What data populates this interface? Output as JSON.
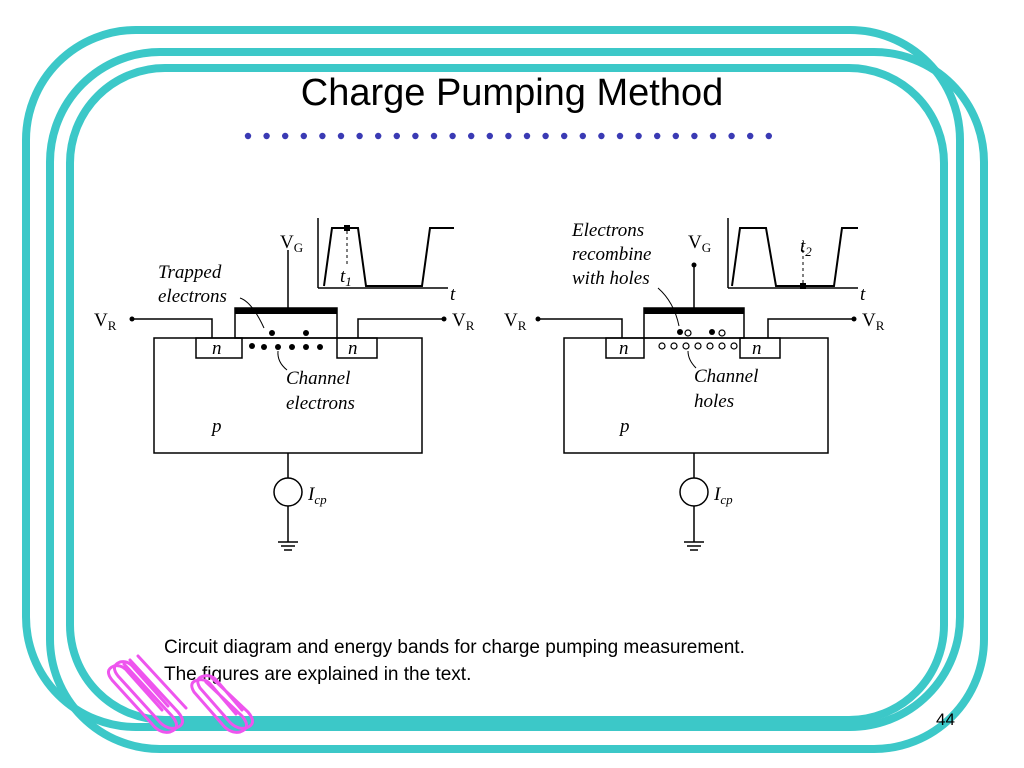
{
  "slide": {
    "title": "Charge Pumping Method",
    "caption_lines": [
      "Circuit diagram and energy bands for charge pumping measurement.",
      "The figures are explained in the text."
    ],
    "page_number": "44",
    "frame_color": "#3cc8c8",
    "dot_color": "#3a3ab4",
    "clip_color": "#ee55ee"
  },
  "diagram": {
    "left": {
      "vg_label": "V",
      "vg_sub": "G",
      "vr_label": "V",
      "vr_sub": "R",
      "icp_label": "I",
      "icp_sub": "cp",
      "n_label": "n",
      "p_label": "p",
      "t_label": "t",
      "t1_label": "t",
      "t1_sub": "1",
      "annotation1_lines": [
        "Trapped",
        "electrons"
      ],
      "annotation2_lines": [
        "Channel",
        "electrons"
      ]
    },
    "right": {
      "vg_label": "V",
      "vg_sub": "G",
      "vr_label": "V",
      "vr_sub": "R",
      "icp_label": "I",
      "icp_sub": "cp",
      "n_label": "n",
      "p_label": "p",
      "t_label": "t",
      "t2_label": "t",
      "t2_sub": "2",
      "annotation1_lines": [
        "Electrons",
        "recombine",
        "with holes"
      ],
      "annotation2_lines": [
        "Channel",
        "holes"
      ]
    }
  }
}
